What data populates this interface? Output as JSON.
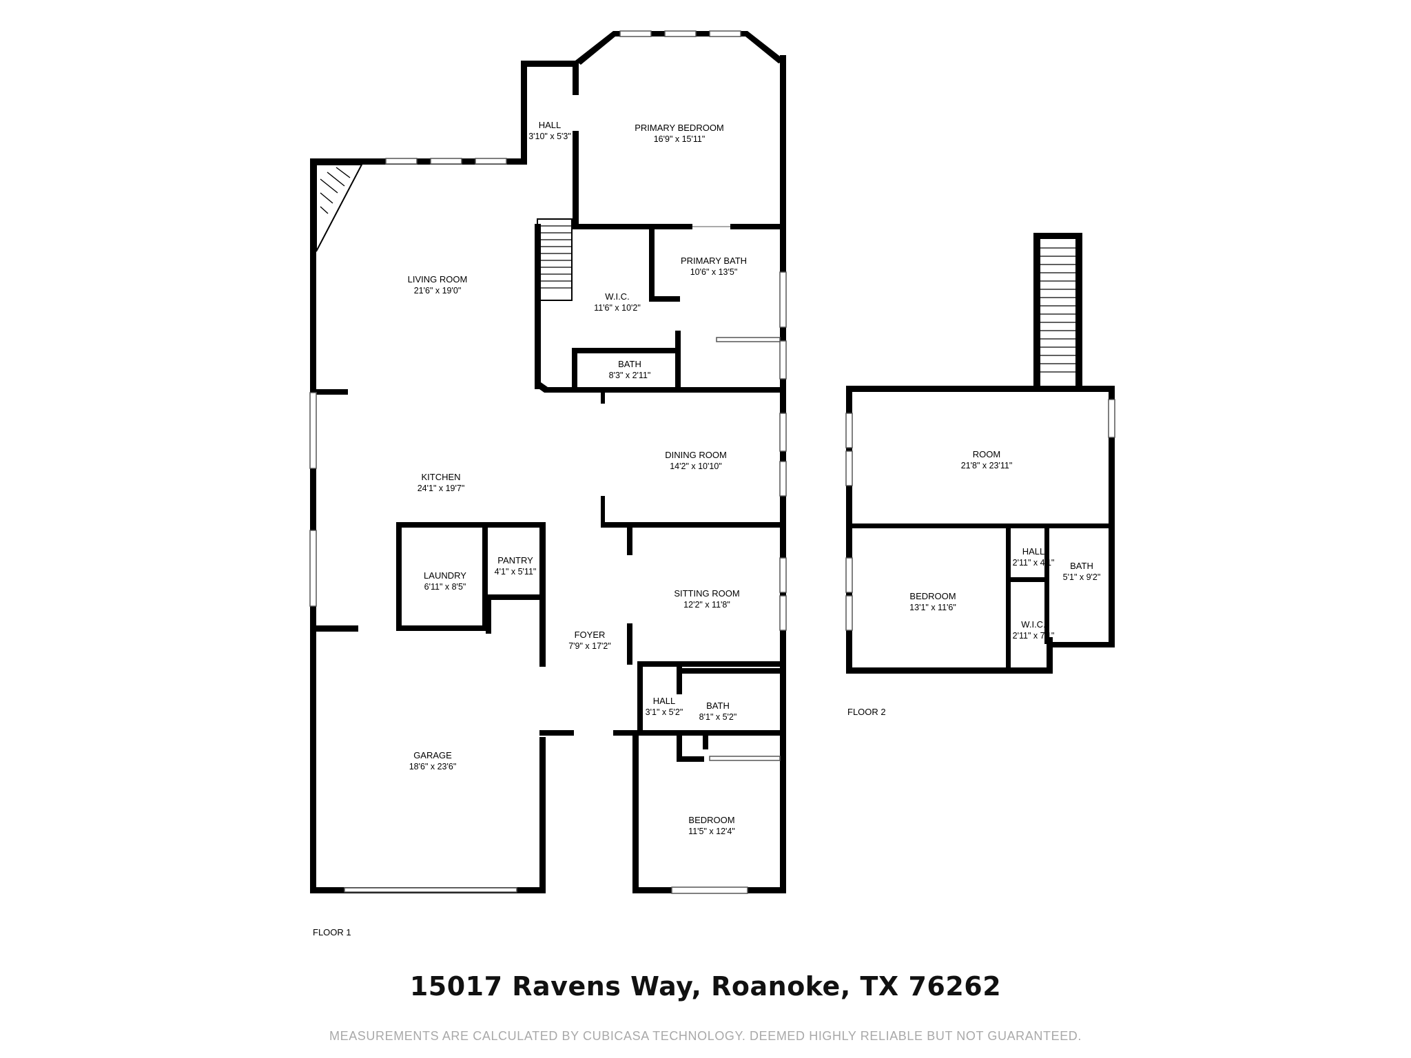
{
  "rooms": {
    "primary_bedroom": {
      "name": "PRIMARY BEDROOM",
      "dims": "16'9\" x 15'11\""
    },
    "hall_top": {
      "name": "HALL",
      "dims": "3'10\" x 5'3\""
    },
    "living_room": {
      "name": "LIVING ROOM",
      "dims": "21'6\" x 19'0\""
    },
    "primary_bath": {
      "name": "PRIMARY BATH",
      "dims": "10'6\" x 13'5\""
    },
    "wic_primary": {
      "name": "W.I.C.",
      "dims": "11'6\" x 10'2\""
    },
    "bath_small": {
      "name": "BATH",
      "dims": "8'3\" x 2'11\""
    },
    "dining_room": {
      "name": "DINING ROOM",
      "dims": "14'2\" x 10'10\""
    },
    "kitchen": {
      "name": "KITCHEN",
      "dims": "24'1\" x 19'7\""
    },
    "laundry": {
      "name": "LAUNDRY",
      "dims": "6'11\" x 8'5\""
    },
    "pantry": {
      "name": "PANTRY",
      "dims": "4'1\" x 5'11\""
    },
    "sitting_room": {
      "name": "SITTING ROOM",
      "dims": "12'2\" x 11'8\""
    },
    "foyer": {
      "name": "FOYER",
      "dims": "7'9\" x 17'2\""
    },
    "hall_bottom": {
      "name": "HALL",
      "dims": "3'1\" x 5'2\""
    },
    "bath_bottom": {
      "name": "BATH",
      "dims": "8'1\" x 5'2\""
    },
    "garage": {
      "name": "GARAGE",
      "dims": "18'6\" x 23'6\""
    },
    "bedroom_f1": {
      "name": "BEDROOM",
      "dims": "11'5\" x 12'4\""
    },
    "room_f2": {
      "name": "ROOM",
      "dims": "21'8\" x 23'11\""
    },
    "hall_f2": {
      "name": "HALL",
      "dims": "2'11\" x 4'1\""
    },
    "bath_f2": {
      "name": "BATH",
      "dims": "5'1\" x 9'2\""
    },
    "bedroom_f2": {
      "name": "BEDROOM",
      "dims": "13'1\" x 11'6\""
    },
    "wic_f2": {
      "name": "W.I.C.",
      "dims": "2'11\" x 7'1\""
    }
  },
  "floors": {
    "floor1": "FLOOR 1",
    "floor2": "FLOOR 2"
  },
  "address": "15017 Ravens Way, Roanoke, TX 76262",
  "disclaimer": "MEASUREMENTS ARE CALCULATED BY CUBICASA TECHNOLOGY. DEEMED HIGHLY RELIABLE BUT NOT GUARANTEED."
}
